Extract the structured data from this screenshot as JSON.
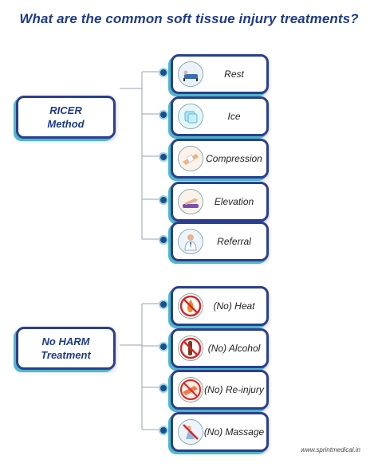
{
  "title": "What are the common soft tissue injury treatments?",
  "groups": [
    {
      "line1": "RICER",
      "line2": "Method",
      "items": [
        {
          "label": "Rest",
          "icon": "bed-icon"
        },
        {
          "label": "Ice",
          "icon": "ice-cube-icon"
        },
        {
          "label": "Compression",
          "icon": "bandaged-arm-icon"
        },
        {
          "label": "Elevation",
          "icon": "elevated-leg-icon"
        },
        {
          "label": "Referral",
          "icon": "doctor-icon"
        }
      ]
    },
    {
      "line1": "No HARM",
      "line2": "Treatment",
      "items": [
        {
          "label": "(No) Heat",
          "icon": "no-fire-icon"
        },
        {
          "label": "(No) Alcohol",
          "icon": "no-alcohol-icon"
        },
        {
          "label": "(No) Re-injury",
          "icon": "no-injury-icon"
        },
        {
          "label": "(No) Massage",
          "icon": "no-massage-icon"
        }
      ]
    }
  ],
  "footer": "www.sprintmedical.in",
  "colors": {
    "primary": "#1e3a8a",
    "accent": "#4fb8c8",
    "dot": "#1a4f8a"
  }
}
